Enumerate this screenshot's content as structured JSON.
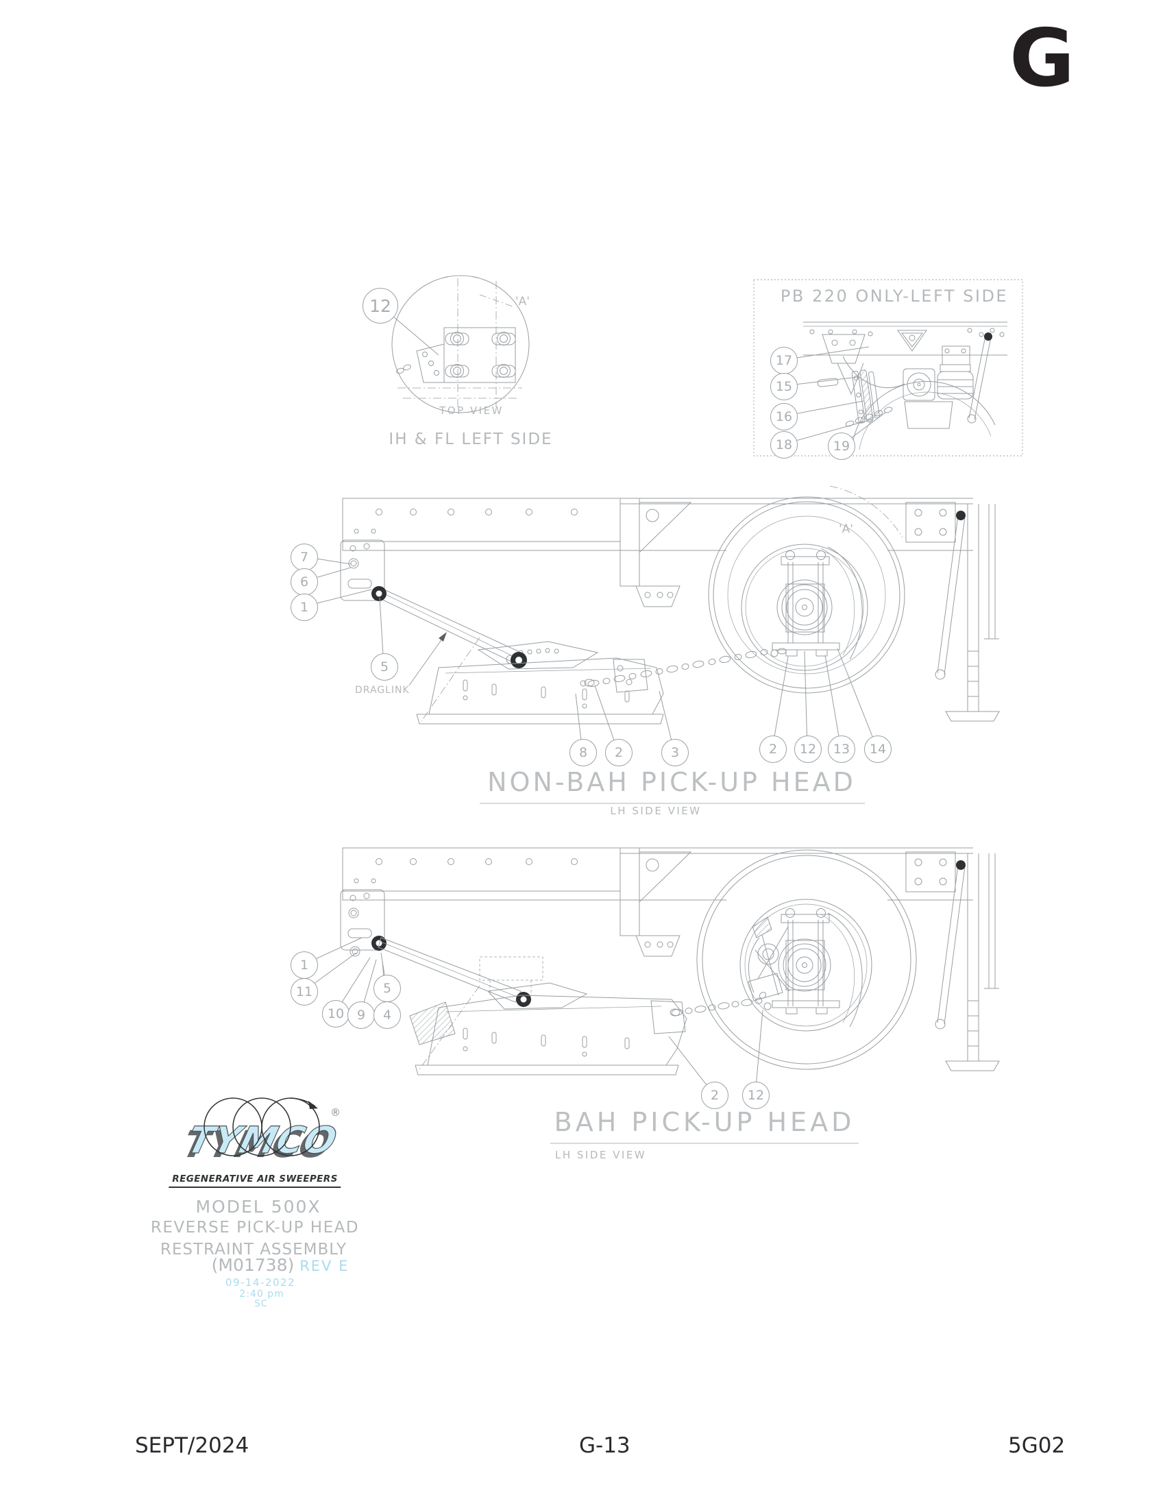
{
  "page": {
    "section_letter": "G",
    "footer": {
      "left": "SEPT/2024",
      "center": "G-13",
      "right": "5G02"
    }
  },
  "detail_view": {
    "callout": "12",
    "ref_label": "'A'",
    "view_label": "TOP VIEW",
    "caption": "IH & FL LEFT SIDE"
  },
  "pb220_inset": {
    "title": "PB 220 ONLY-LEFT SIDE",
    "callouts": [
      "17",
      "15",
      "16",
      "18",
      "19"
    ]
  },
  "non_bah": {
    "title": "NON-BAH PICK-UP HEAD",
    "subtitle": "LH SIDE VIEW",
    "ref_label": "'A'",
    "draglink_label": "DRAGLINK",
    "left_callouts": [
      "7",
      "6",
      "1",
      "5"
    ],
    "bottom_callouts": [
      "8",
      "2",
      "3",
      "2",
      "12",
      "13",
      "14"
    ]
  },
  "bah": {
    "title": "BAH PICK-UP HEAD",
    "subtitle": "LH SIDE VIEW",
    "left_callouts": [
      "1",
      "11",
      "10",
      "9",
      "4",
      "5"
    ],
    "bottom_callouts": [
      "2",
      "12"
    ]
  },
  "title_block": {
    "brand": "TYMCO",
    "registered": "®",
    "tagline": "REGENERATIVE AIR SWEEPERS",
    "line1": "MODEL 500X",
    "line2": "REVERSE PICK-UP HEAD",
    "line3": "RESTRAINT ASSEMBLY",
    "line4_part": "(M01738)",
    "line4_rev": "REV E",
    "date": "09-14-2022",
    "time": "2:40 pm",
    "initials": "SC"
  },
  "colors": {
    "accent_blue": "#a9dbee",
    "line_gray": "#989ea2",
    "text_gray": "#b5b9bb",
    "dark": "#231f20"
  }
}
